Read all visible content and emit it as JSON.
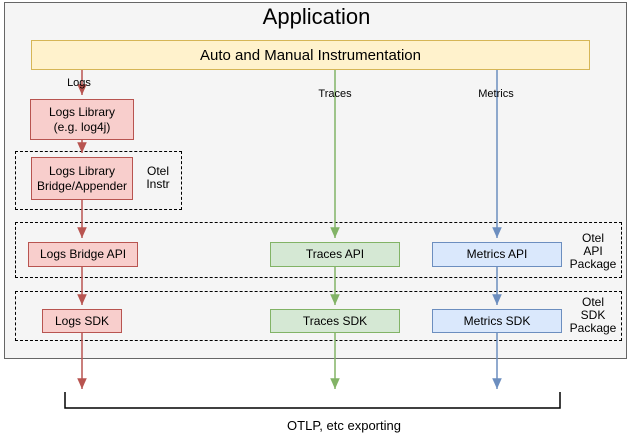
{
  "colors": {
    "container_bg": "#f5f5f5",
    "container_border": "#666666",
    "yellow_fill": "#fff2cc",
    "yellow_border": "#d6b656",
    "red_fill": "#f8cecc",
    "red_border": "#b85450",
    "green_fill": "#d5e8d4",
    "green_border": "#82b366",
    "blue_fill": "#dae8fc",
    "blue_border": "#6c8ebf"
  },
  "diagram": {
    "title": "Application",
    "instrumentation": "Auto and Manual Instrumentation",
    "flows": {
      "logs": {
        "label": "Logs"
      },
      "traces": {
        "label": "Traces"
      },
      "metrics": {
        "label": "Metrics"
      }
    },
    "nodes": {
      "logs_library": {
        "line1": "Logs Library",
        "line2": "(e.g. log4j)"
      },
      "logs_bridge": {
        "line1": "Logs Library",
        "line2": "Bridge/Appender"
      },
      "logs_bridge_api": {
        "label": "Logs Bridge API"
      },
      "traces_api": {
        "label": "Traces API"
      },
      "metrics_api": {
        "label": "Metrics API"
      },
      "logs_sdk": {
        "label": "Logs SDK"
      },
      "traces_sdk": {
        "label": "Traces SDK"
      },
      "metrics_sdk": {
        "label": "Metrics SDK"
      }
    },
    "groups": {
      "otel_instr": {
        "line1": "Otel",
        "line2": "Instr"
      },
      "otel_api": {
        "line1": "Otel",
        "line2": "API",
        "line3": "Package"
      },
      "otel_sdk": {
        "line1": "Otel",
        "line2": "SDK",
        "line3": "Package"
      }
    },
    "export_label": "OTLP, etc exporting"
  }
}
